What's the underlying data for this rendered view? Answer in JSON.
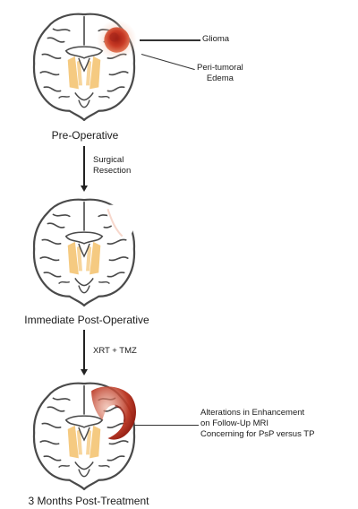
{
  "stages": [
    {
      "title": "Pre-Operative"
    },
    {
      "title": "Immediate Post-Operative"
    },
    {
      "title": "3 Months Post-Treatment"
    }
  ],
  "transitions": [
    {
      "label_line1": "Surgical",
      "label_line2": "Resection"
    },
    {
      "label_line1": "XRT + TMZ",
      "label_line2": ""
    }
  ],
  "annotations": {
    "glioma": "Glioma",
    "edema_line1": "Peri-tumoral",
    "edema_line2": "Edema",
    "alt_line1": "Alterations in Enhancement",
    "alt_line2": "on Follow-Up MRI",
    "alt_line3": "Concerning for PsP versus TP"
  },
  "colors": {
    "brain_outline": "#4a4a4a",
    "brain_fill": "#ffffff",
    "deep_structures": "#f4c77a",
    "tumor": "#c83a25",
    "edema": "#f2b9a4"
  }
}
